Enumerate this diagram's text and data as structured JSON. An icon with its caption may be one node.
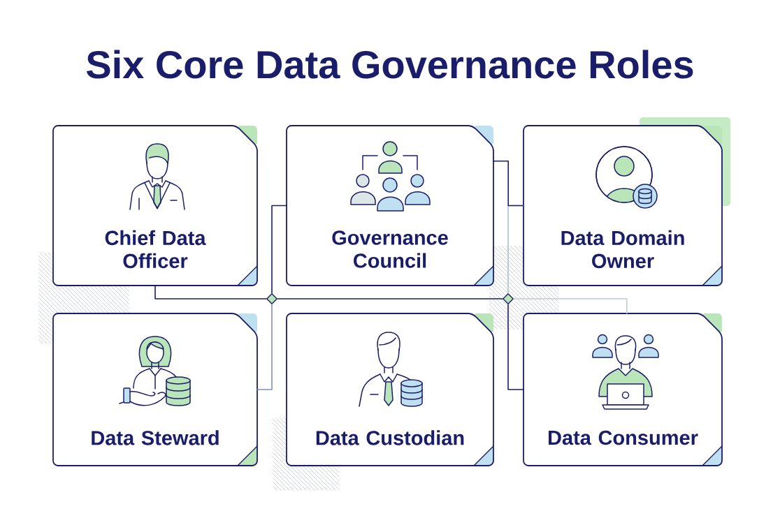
{
  "diagram": {
    "title": "Six Core Data Governance Roles",
    "nodes": [
      {
        "text": [
          "Chief Data Officer"
        ]
      },
      {
        "text": [
          "Governance Council"
        ]
      },
      {
        "text": [
          "Data Domain Owner"
        ]
      },
      {
        "text": [],
        "shape": "diamond"
      },
      {
        "text": [],
        "shape": "diamond"
      },
      {
        "text": [
          "Data Steward"
        ]
      },
      {
        "text": [
          "Data Custodian"
        ]
      },
      {
        "text": [
          "Data Consumer"
        ]
      }
    ],
    "edges": [
      {
        "from": 0,
        "to": 3,
        "arrow": "none"
      },
      {
        "from": 3,
        "to": 4,
        "arrow": "none"
      },
      {
        "from": 3,
        "to": 1,
        "arrow": "none"
      },
      {
        "from": 3,
        "to": 5,
        "arrow": "none",
        "color": "#8390b5"
      },
      {
        "from": 4,
        "to": 2,
        "arrow": "none",
        "color": "#b3bccf"
      },
      {
        "from": 1,
        "to": 2,
        "arrow": "none"
      },
      {
        "from": 4,
        "to": 7,
        "arrow": "none"
      },
      {
        "from": 4,
        "to": 7,
        "arrow": "none",
        "color": "#c4c9d3"
      }
    ]
  }
}
